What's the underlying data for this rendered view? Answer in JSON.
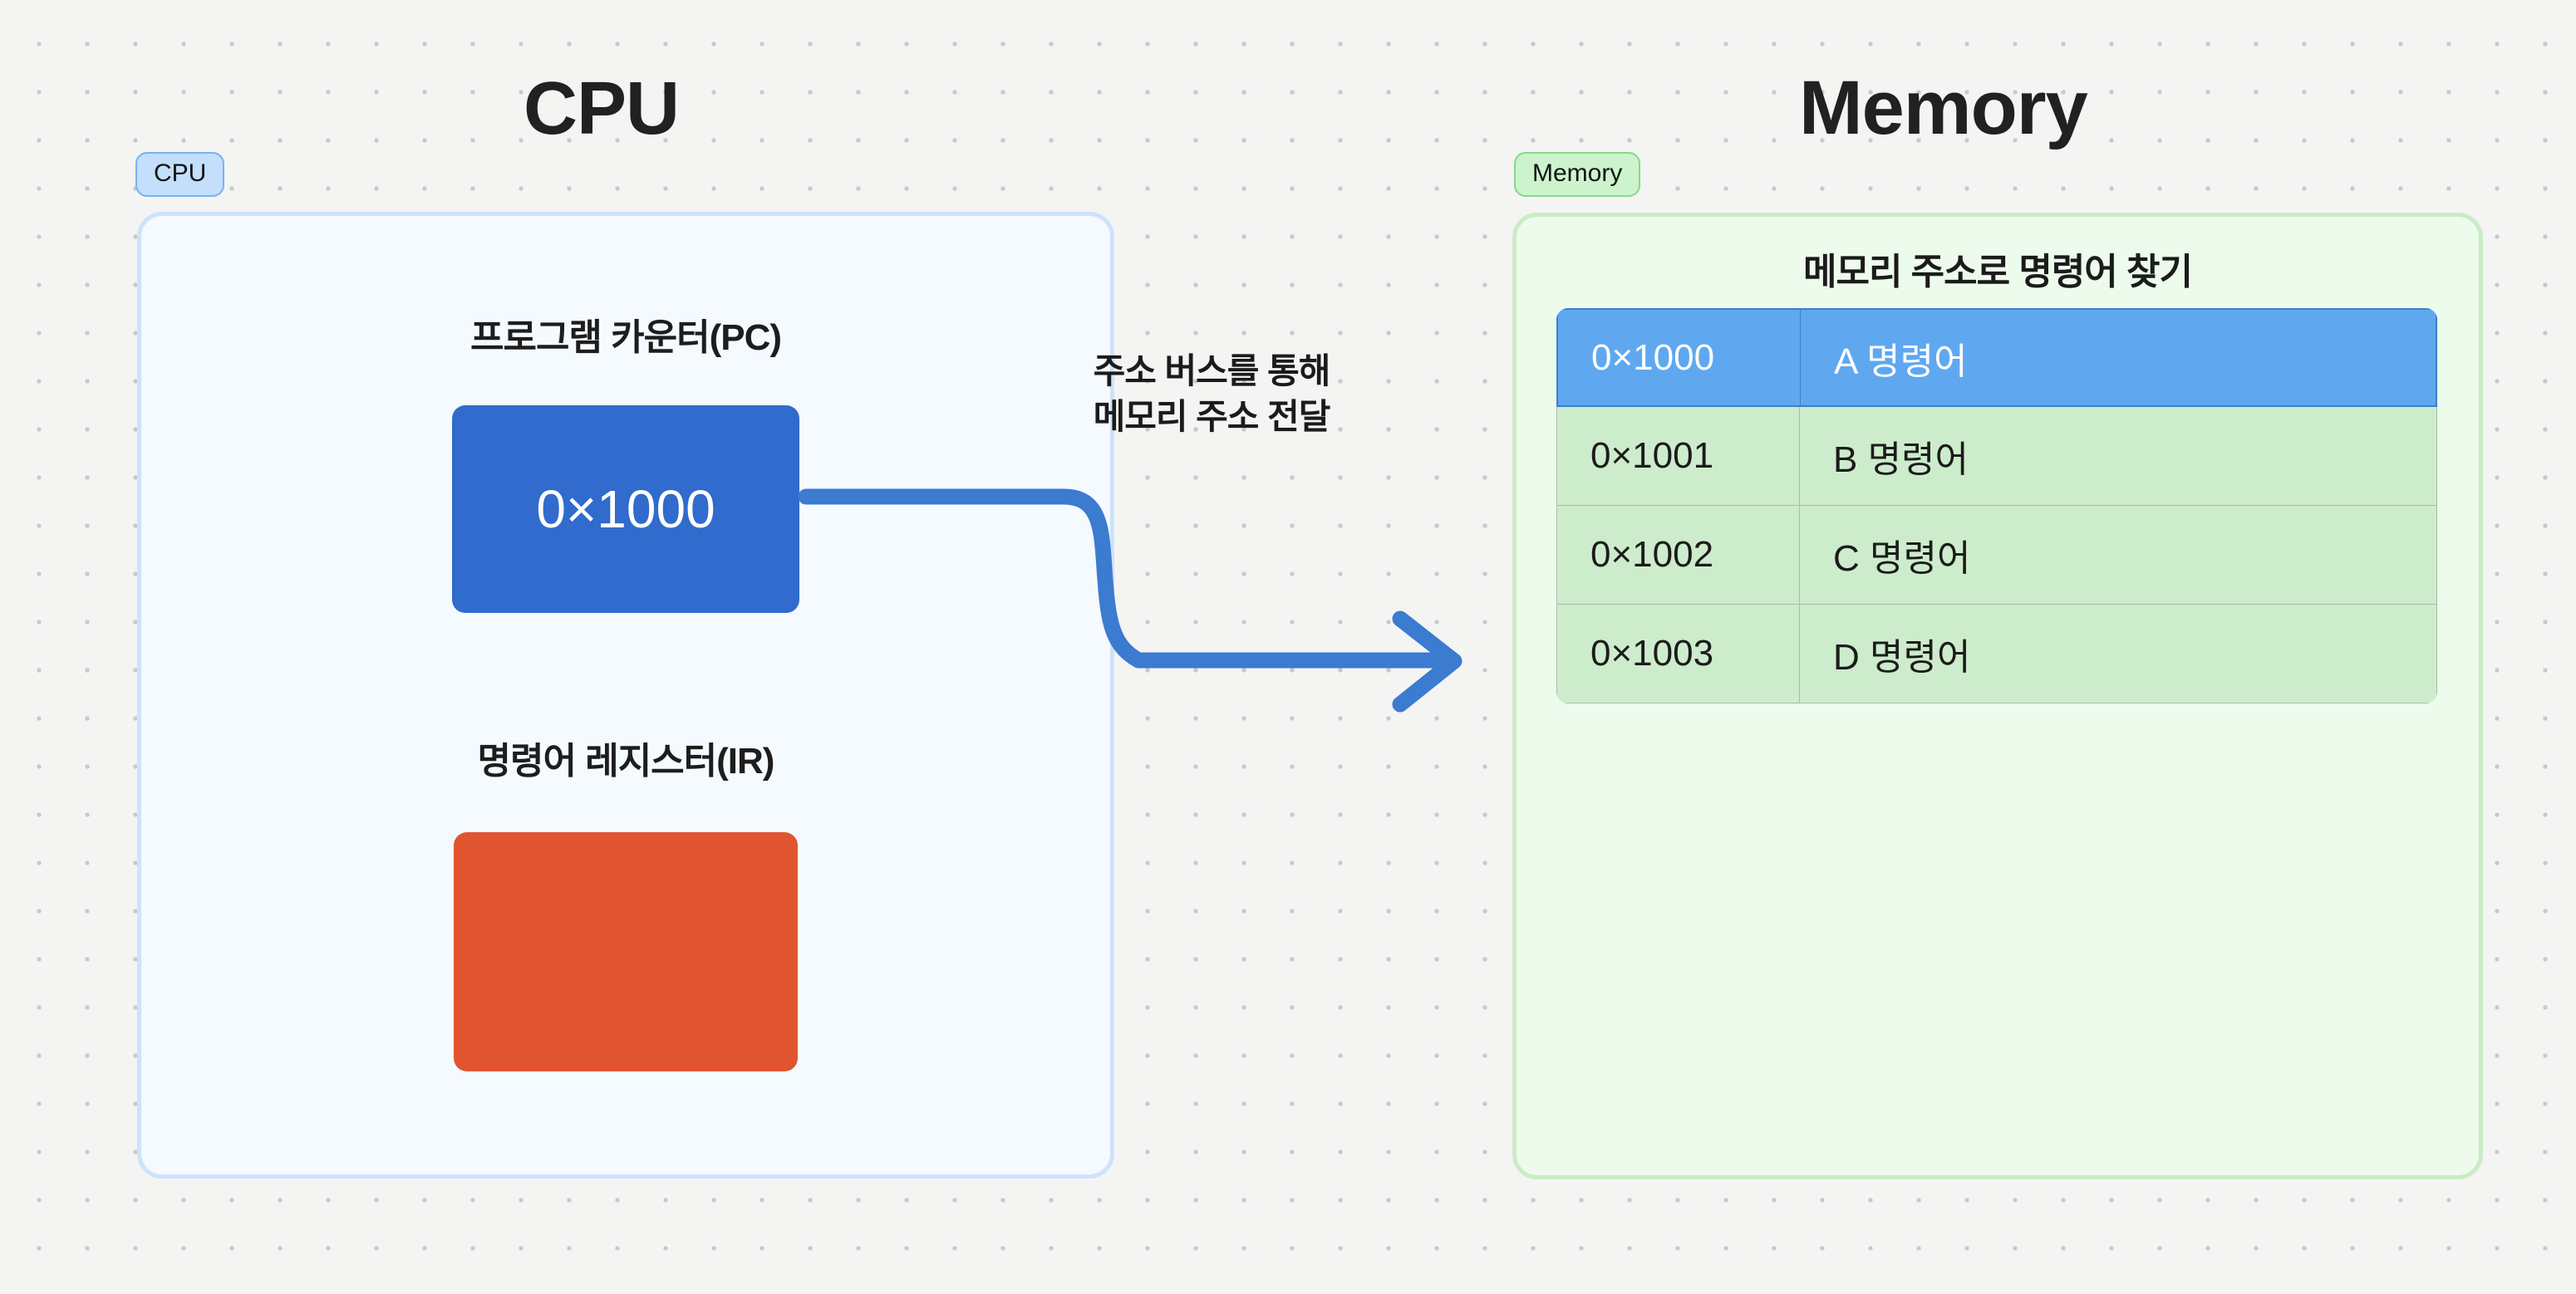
{
  "headings": {
    "cpu": "CPU",
    "memory": "Memory"
  },
  "badges": {
    "cpu": "CPU",
    "memory": "Memory"
  },
  "cpu": {
    "pc_label": "프로그램 카운터(PC)",
    "pc_value": "0×1000",
    "ir_label": "명령어 레지스터(IR)",
    "ir_value": ""
  },
  "bus": {
    "line1": "주소 버스를 통해",
    "line2": "메모리 주소 전달"
  },
  "memory": {
    "title": "메모리 주소로 명령어 찾기",
    "rows": [
      {
        "address": "0×1000",
        "instruction": "A 명령어",
        "highlighted": true
      },
      {
        "address": "0×1001",
        "instruction": "B 명령어",
        "highlighted": false
      },
      {
        "address": "0×1002",
        "instruction": "C 명령어",
        "highlighted": false
      },
      {
        "address": "0×1003",
        "instruction": "D 명령어",
        "highlighted": false
      }
    ]
  },
  "colors": {
    "background": "#f4f4f3",
    "dot": "#c9c9c9",
    "cpu_panel": "#f5faff",
    "cpu_border": "#cde3fb",
    "cpu_badge": "#c3dffb",
    "memory_panel": "#edfbec",
    "memory_border": "#c9ecc5",
    "memory_badge": "#cdf3cd",
    "pc_box": "#306bcd",
    "ir_box": "#e0552f",
    "arrow": "#3b7bd0",
    "row_highlight": "#5fa8f0",
    "row_normal": "#cdeccb"
  }
}
